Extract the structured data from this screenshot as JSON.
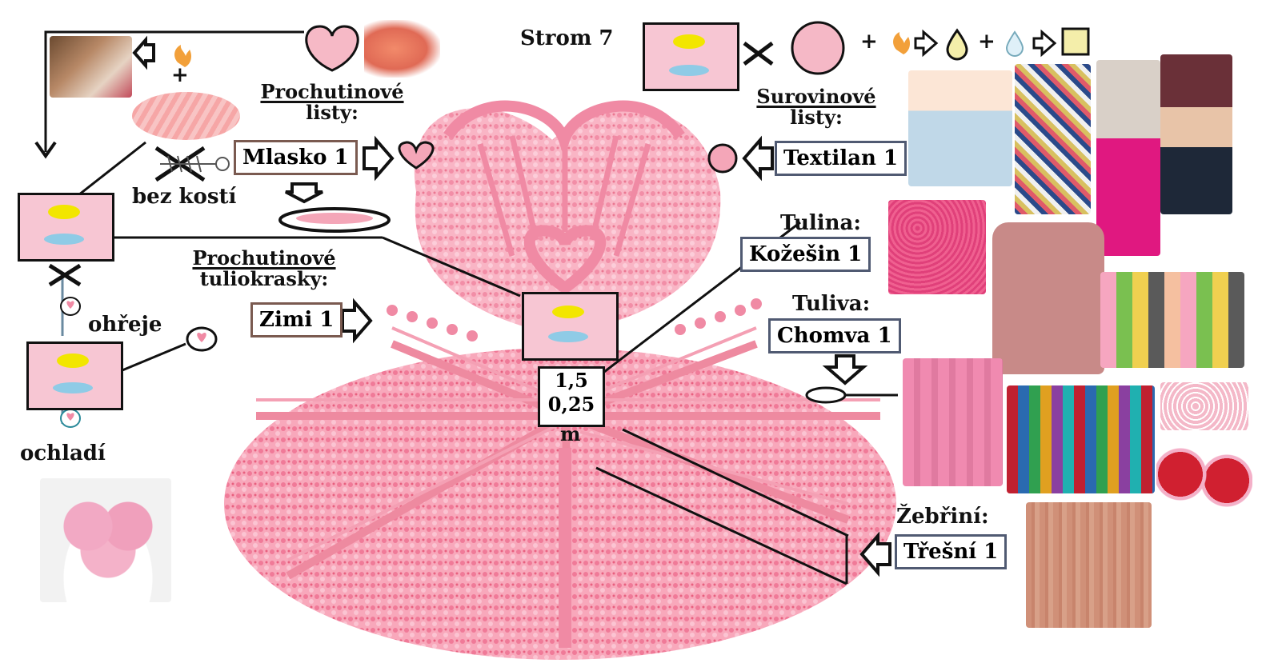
{
  "tree_title": "Strom 7",
  "leaves": {
    "flavor_heading_line1": "Prochutinové",
    "flavor_heading_line2": "listy:",
    "flavor_box": "Mlasko 1",
    "raw_heading_line1": "Surovinové",
    "raw_heading_line2": "listy:",
    "raw_box": "Textilan 1"
  },
  "flowers": {
    "heading_line1": "Prochutinové",
    "heading_line2": "tuliokrasky:",
    "box": "Zimi 1"
  },
  "labels": {
    "no_bones": "bez kostí",
    "heats": "ohřeje",
    "cools": "ochladí",
    "plus": "+"
  },
  "tulina": {
    "heading": "Tulina:",
    "box": "Kožešin 1"
  },
  "tuliva": {
    "heading": "Tuliva:",
    "box": "Chomva 1"
  },
  "zebrini": {
    "heading": "Žebřiní:",
    "box": "Třešní 1"
  },
  "dimensions": {
    "line1": "1,5",
    "line2": "0,25",
    "unit": "m"
  },
  "icons": [
    "heart-leaf-icon",
    "flame-icon",
    "right-arrow-icon",
    "drop-icon",
    "fish-bone-icon",
    "square-swatch-icon"
  ],
  "colors": {
    "pink": "#f4a6b8",
    "tree_pink": "#f5a0b5",
    "brown_border": "#7a5a50",
    "slate_border": "#505a72",
    "yellow": "#f2e600",
    "blue": "#8fcbe6",
    "swatch": "#f4eeaa"
  }
}
